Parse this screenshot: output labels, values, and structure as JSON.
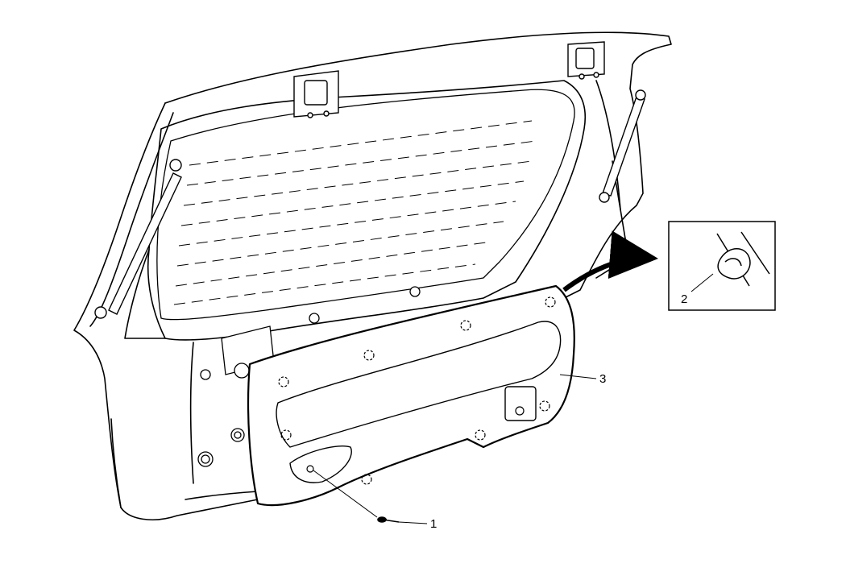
{
  "callouts": {
    "screw": "1",
    "clip": "2",
    "trim_panel": "3"
  },
  "colors": {
    "line": "#000000",
    "background": "#ffffff"
  }
}
